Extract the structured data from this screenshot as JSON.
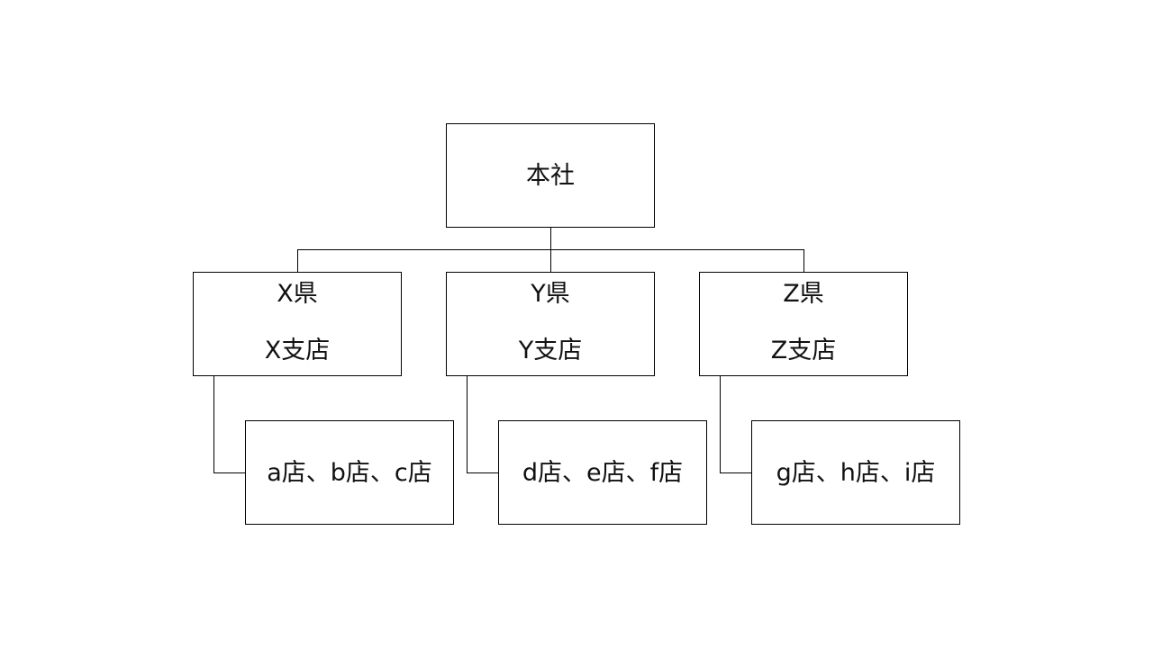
{
  "diagram": {
    "root": {
      "label": "本社"
    },
    "branches": [
      {
        "region": "X県",
        "branch": "X支店",
        "stores": "a店、b店、c店"
      },
      {
        "region": "Y県",
        "branch": "Y支店",
        "stores": "d店、e店、f店"
      },
      {
        "region": "Z県",
        "branch": "Z支店",
        "stores": "g店、h店、i店"
      }
    ],
    "colors": {
      "border": "#000000",
      "background": "#ffffff",
      "text": "#111111"
    }
  }
}
